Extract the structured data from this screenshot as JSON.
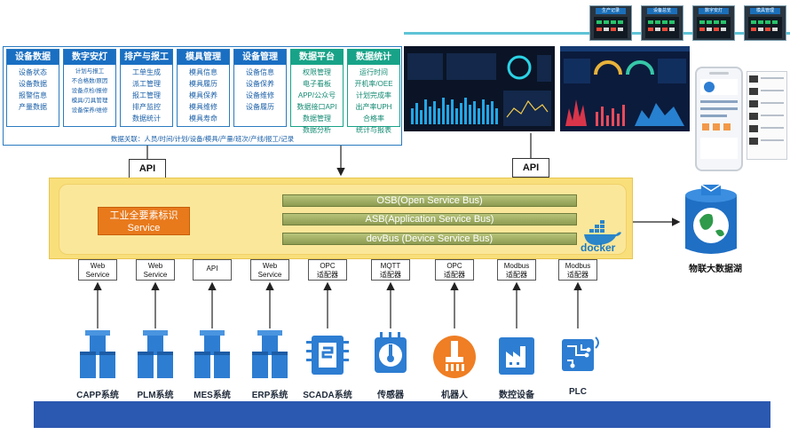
{
  "modules": [
    {
      "title": "设备数据",
      "items": [
        "设备状态",
        "设备数据",
        "报警信息",
        "产量数据"
      ],
      "small": false,
      "green": false
    },
    {
      "title": "数字安灯",
      "items": [
        "计划与报工",
        "不合格数/原因",
        "设备点检/报修",
        "模具/刀具管理",
        "设备保养/维修"
      ],
      "small": true,
      "green": false
    },
    {
      "title": "排产与报工",
      "items": [
        "工单生成",
        "派工管理",
        "报工管理",
        "排产监控",
        "数据统计"
      ],
      "small": false,
      "green": false
    },
    {
      "title": "模具管理",
      "items": [
        "模具信息",
        "模具履历",
        "模具保养",
        "模具维修",
        "模具寿命"
      ],
      "small": false,
      "green": false
    },
    {
      "title": "设备管理",
      "items": [
        "设备信息",
        "设备保养",
        "设备维修",
        "设备履历"
      ],
      "small": false,
      "green": false
    },
    {
      "title": "数据平台",
      "items": [
        "权限管理",
        "电子看板",
        "APP/公众号",
        "数据接口API",
        "数据管理",
        "数据分析"
      ],
      "small": false,
      "green": true
    },
    {
      "title": "数据统计",
      "items": [
        "运行时间",
        "开机率/OEE",
        "计划完成率",
        "出产率UPH",
        "合格率",
        "统计与报表"
      ],
      "small": false,
      "green": true
    }
  ],
  "relation": "数据关联：人员/时间/计划/设备/模具/产量/班次/产线/报工/记录",
  "thumbs": [
    "生产记录",
    "设备总览",
    "数字安灯",
    "模具管理"
  ],
  "api_labels": [
    "API",
    "API"
  ],
  "buses": [
    "OSB(Open Service Bus)",
    "ASB(Application Service Bus)",
    "devBus (Device Service Bus)"
  ],
  "factor_label": "工业全要素标识Service",
  "docker_label": "docker",
  "lake_label": "物联大数据湖",
  "adapters": [
    [
      "Web",
      "Service"
    ],
    [
      "Web",
      "Service"
    ],
    [
      "API",
      ""
    ],
    [
      "Web",
      "Service"
    ],
    [
      "OPC",
      "适配器"
    ],
    [
      "MQTT",
      "适配器"
    ],
    [
      "OPC",
      "适配器"
    ],
    [
      "Modbus",
      "适配器"
    ],
    [
      "Modbus",
      "适配器"
    ]
  ],
  "systems": [
    {
      "label": "CAPP系统",
      "icon": "stack-blocks-icon"
    },
    {
      "label": "PLM系统",
      "icon": "stack-blocks-icon"
    },
    {
      "label": "MES系统",
      "icon": "stack-blocks-icon"
    },
    {
      "label": "ERP系统",
      "icon": "stack-blocks-icon"
    },
    {
      "label": "SCADA系统",
      "icon": "chip-icon"
    },
    {
      "label": "传感器",
      "icon": "thermometer-chip-icon"
    },
    {
      "label": "机器人",
      "icon": "robot-arm-icon"
    },
    {
      "label": "数控设备",
      "icon": "factory-chip-icon"
    },
    {
      "label": "PLC",
      "icon": "plc-circuit-icon"
    }
  ],
  "colors": {
    "module_blue": "#1a6fc2",
    "module_green": "#18a388",
    "bus_yellow": "#f9df7a",
    "factor_orange": "#e87a1c",
    "icon_blue": "#2d7dd2",
    "band_blue": "#2b58b0"
  }
}
